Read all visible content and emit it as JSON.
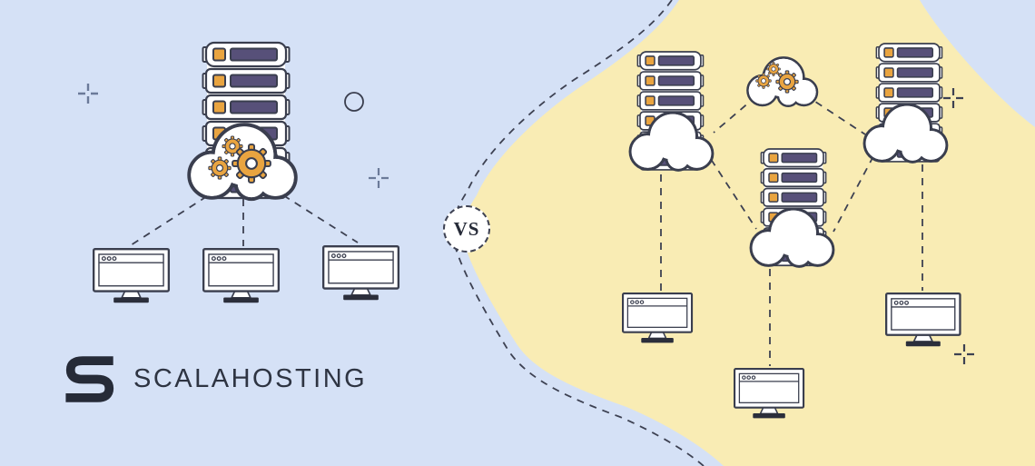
{
  "page": {
    "title": "Traditional single-server hosting vs cloud hosting illustration"
  },
  "brand": {
    "name": "SCALAHOSTING",
    "icon": "scalahosting-s-icon"
  },
  "comparison": {
    "vs_label": "VS"
  },
  "left_scene": {
    "name": "single-server-setup",
    "server_count": 1,
    "gear_cloud_count": 1,
    "monitor_count": 3
  },
  "right_scene": {
    "name": "cloud-cluster-setup",
    "server_count": 3,
    "server_cloud_count": 3,
    "gear_cloud_count": 1,
    "monitor_count": 3
  },
  "colors": {
    "blue_bg": "#d5e1f6",
    "yellow_bg": "#f9ecb4",
    "outline": "#3a3e4e",
    "purple": "#575079",
    "orange": "#e9a440",
    "dark": "#2b2e3b",
    "line": "#3d4152",
    "decor_blue": "#6b7a99"
  }
}
